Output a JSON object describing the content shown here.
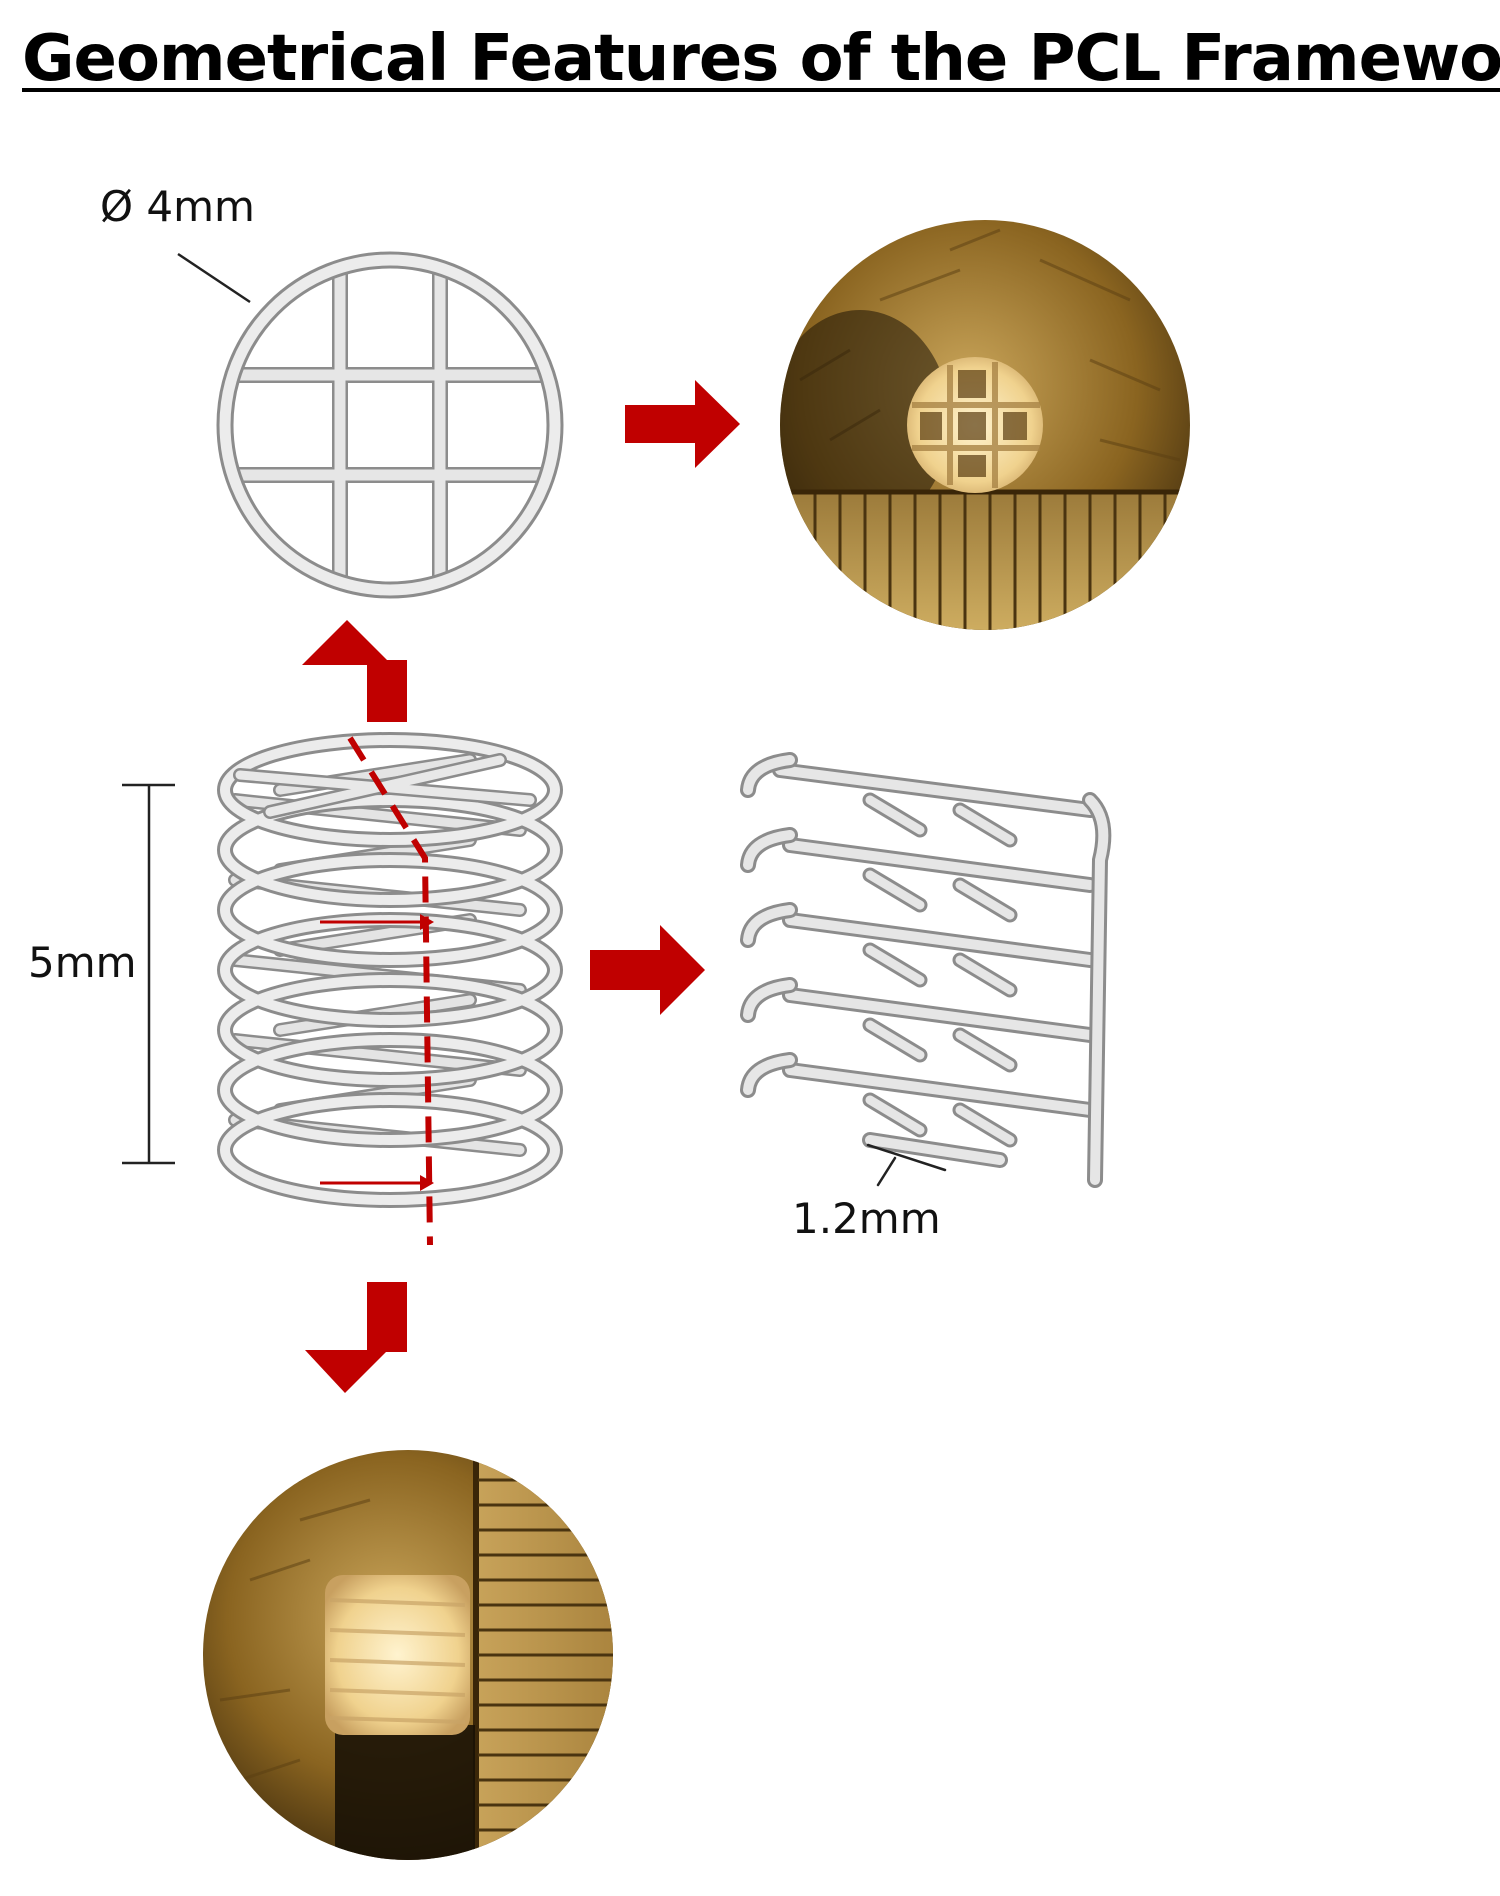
{
  "title": "Geometrical Features of the PCL Framework",
  "labels": {
    "diameter": "Ø 4mm",
    "height": "5mm",
    "strut_spacing": "1.2mm"
  },
  "colors": {
    "arrow": "#c00000",
    "strut": "#d9d9d9",
    "strut_edge": "#8c8c8c",
    "photo_background": "#3a2a10",
    "photo_sample": "#f2d79a"
  }
}
